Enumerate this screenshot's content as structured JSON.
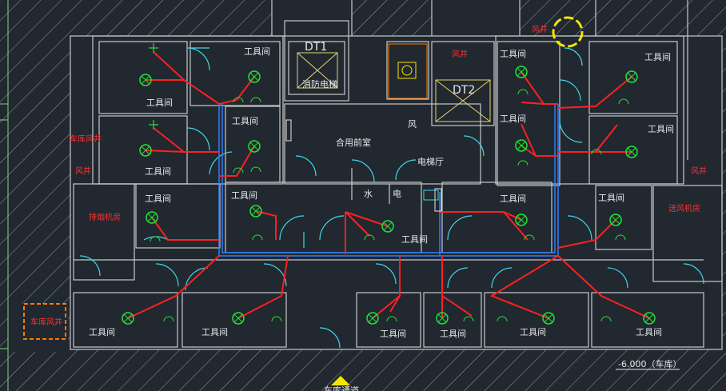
{
  "drawing": {
    "rooms": {
      "elevator_fire": "消防电梯",
      "dt1": "DT1",
      "dt2": "DT2",
      "shared_anteroom": "合用前室",
      "elevator_hall": "电梯厅",
      "water": "水",
      "electric": "电",
      "wind": "风",
      "tool_room": "工具间",
      "smoke_exhaust_room": "排烟机房",
      "supply_fan_room": "送风机房",
      "fan_room": "风井",
      "garage_room_left": "车库风井",
      "garage_box": "车库风井"
    },
    "elevation": "-6.000（车库）",
    "bottom_note": "车库通道"
  },
  "colors": {
    "background": "#212830",
    "wall": "#c9c9c9",
    "door": "#3fd6e6",
    "wire": "#ff2020",
    "conduit": "#2f7fff",
    "lamp": "#25e03a",
    "cursor": "#f5e600",
    "highlight": "#ff7b00"
  },
  "icons": {
    "lamp": "circle-cross-lamp-icon",
    "switch": "wall-switch-icon",
    "socket": "socket-icon",
    "cursor": "yellow-cursor-ring-icon",
    "elevator": "elevator-cross-icon",
    "fan": "fan-unit-icon"
  }
}
